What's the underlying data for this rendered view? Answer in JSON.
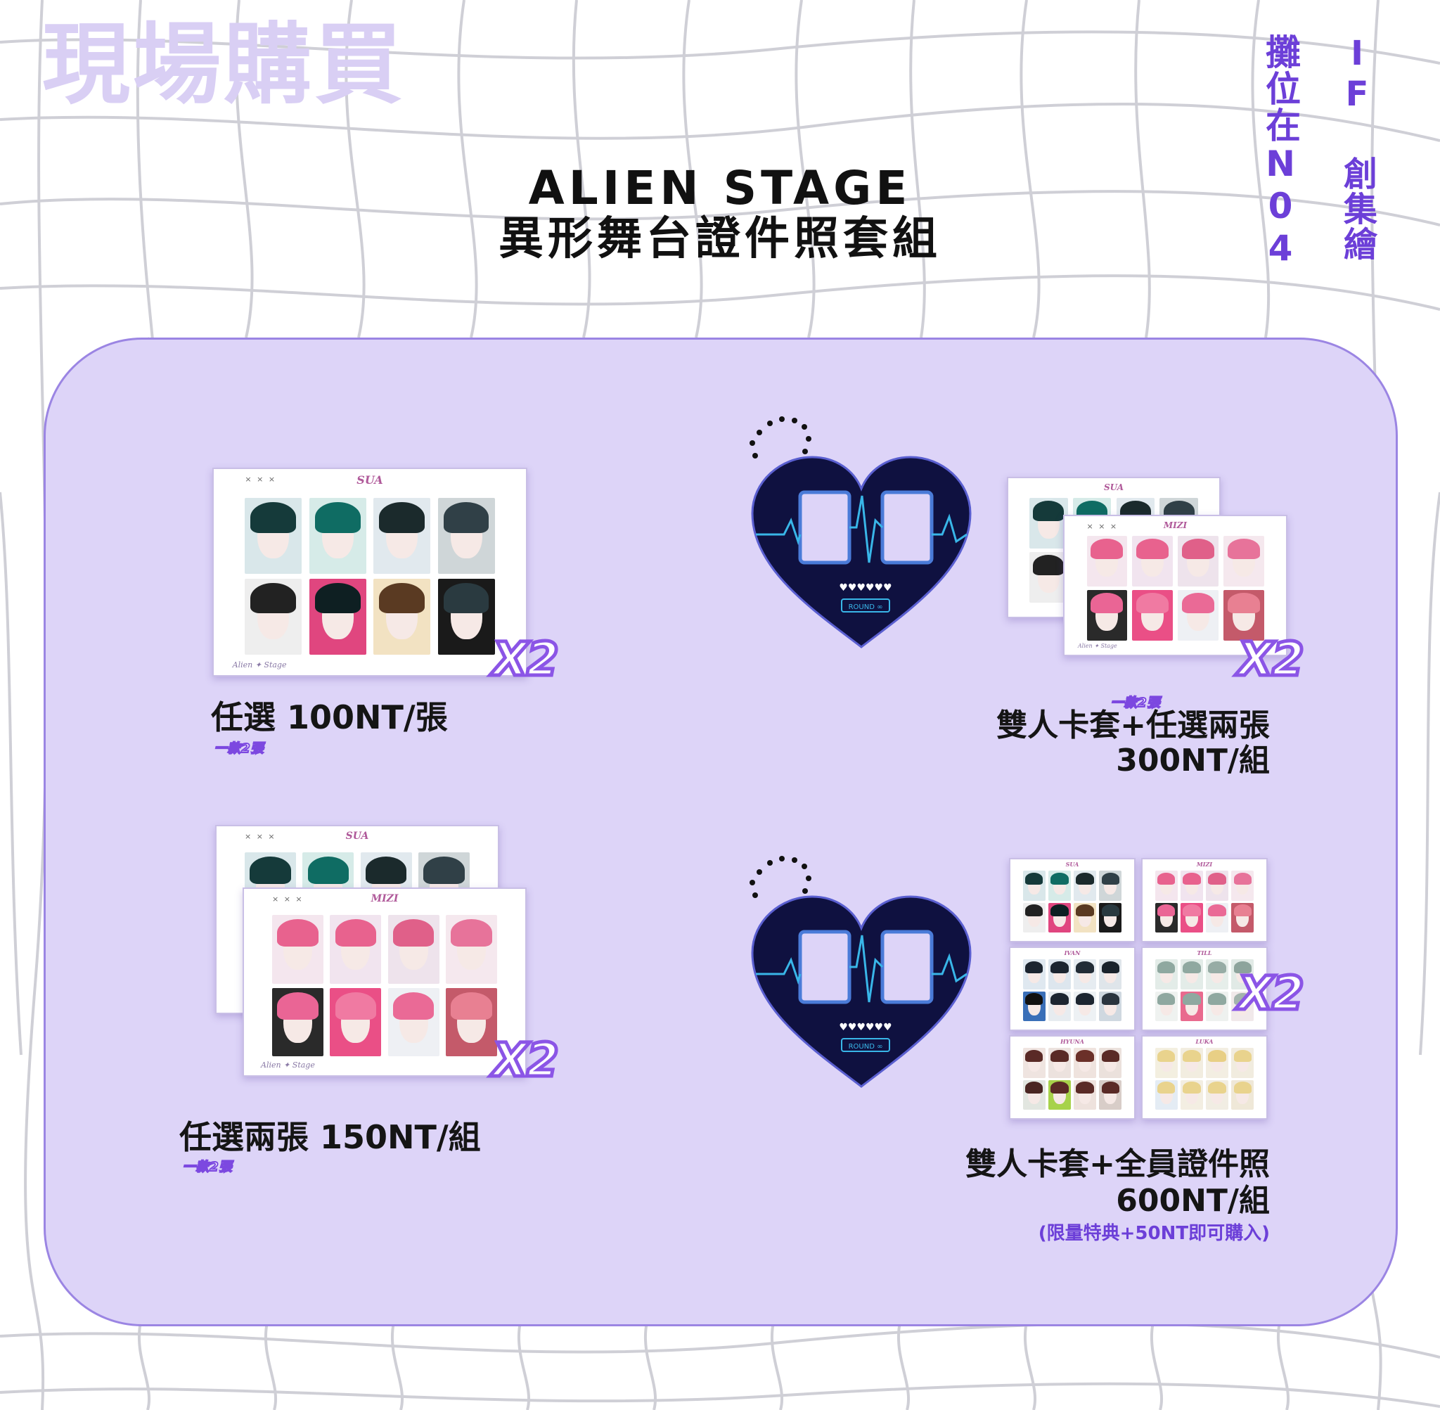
{
  "header": {
    "big_title": "現場購買",
    "booth": "攤位在N04",
    "circle": "IF 創集繪",
    "title_en": "ALIEN STAGE",
    "title_zh": "異形舞台證件照套組"
  },
  "offers": [
    {
      "price": "任選 100NT/張",
      "tag": "一款2張",
      "multiplier": "X2"
    },
    {
      "price_line1": "雙人卡套+任選兩張",
      "price_line2": "300NT/組",
      "tag": "一款2張",
      "multiplier": "X2"
    },
    {
      "price": "任選兩張 150NT/組",
      "tag": "一款2張",
      "multiplier": "X2"
    },
    {
      "price_line1": "雙人卡套+全員證件照",
      "price_line2": "600NT/組",
      "note": "(限量特典+50NT即可購入)",
      "multiplier": "X2"
    }
  ],
  "cards": {
    "sua": "SUA",
    "mizi": "MIZI",
    "ivan": "IVAN",
    "till": "TILL",
    "hyuna": "HYUNA",
    "luka": "LUKA",
    "mark": "× × ×",
    "footer": "Alien ✦ Stage"
  },
  "holder": {
    "hearts": "♥♥♥♥♥♥",
    "round": "ROUND ∞"
  },
  "colors": {
    "panel": "#ddd4f8",
    "accent": "#6c3fd8",
    "heading": "#d9cff4",
    "heart": "#0f1140",
    "pulse": "#39b6e8"
  }
}
